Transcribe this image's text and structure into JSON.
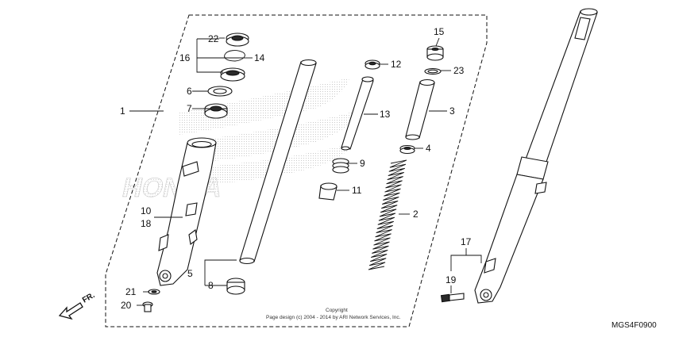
{
  "diagram": {
    "labels": {
      "p1": "1",
      "p2": "2",
      "p3": "3",
      "p4": "4",
      "p5": "5",
      "p6": "6",
      "p7": "7",
      "p8": "8",
      "p9": "9",
      "p10": "10",
      "p11": "11",
      "p12": "12",
      "p13": "13",
      "p14": "14",
      "p15": "15",
      "p16": "16",
      "p17": "17",
      "p18": "18",
      "p19": "19",
      "p20": "20",
      "p21": "21",
      "p22": "22",
      "p23": "23"
    },
    "fr_label": "FR.",
    "diagram_code": "MGS4F0900",
    "copyright_line1": "Copyright",
    "copyright_line2": "Page design (c) 2004 - 2014 by ARI Network Services, Inc.",
    "watermark_text": "HONDA"
  },
  "colors": {
    "ink": "#111111",
    "dots": "#c8c8c8"
  }
}
